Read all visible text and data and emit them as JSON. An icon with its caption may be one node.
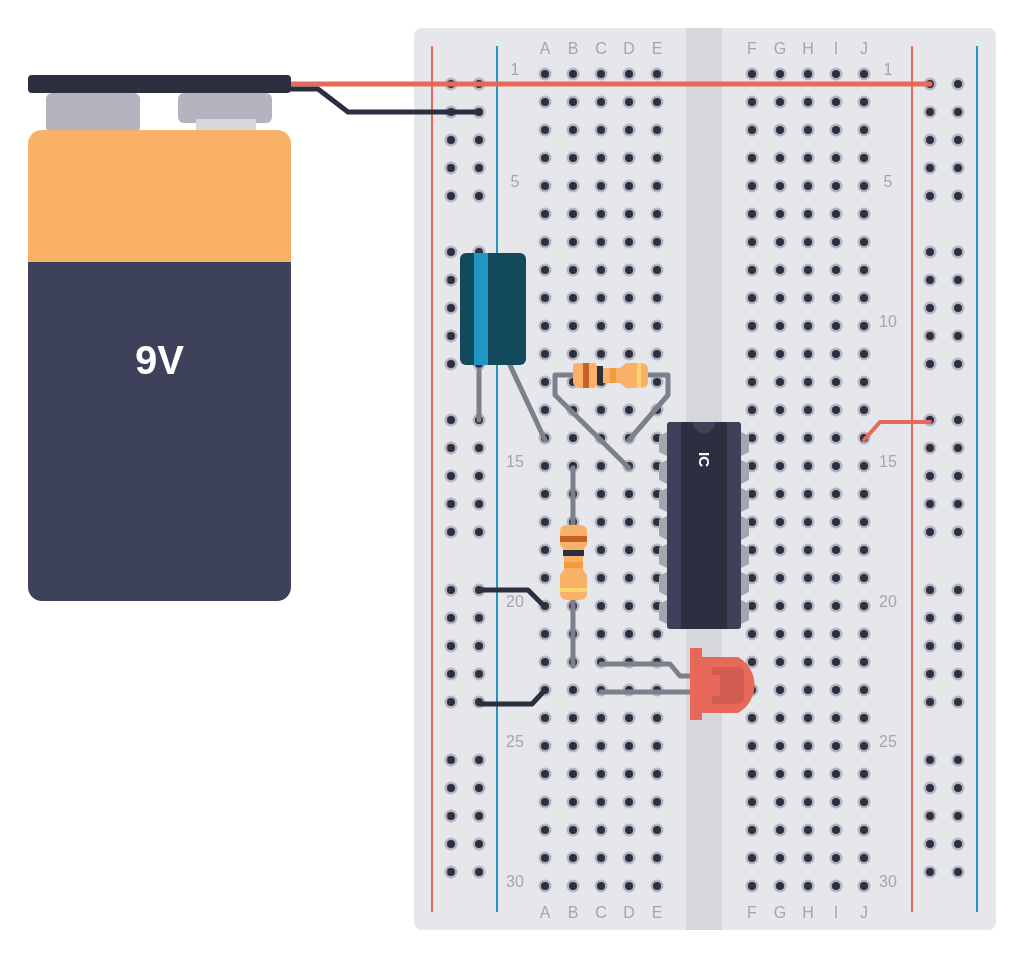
{
  "diagram": {
    "nodes": [
      {
        "text": [
          "9V"
        ]
      },
      {
        "text": [
          "IC"
        ]
      }
    ],
    "labels": [
      "A",
      "B",
      "C",
      "D",
      "E",
      "F",
      "G",
      "H",
      "I",
      "J",
      "1",
      "1",
      "5",
      "5",
      "10",
      "15",
      "15",
      "20",
      "20",
      "25",
      "25",
      "30",
      "30",
      "A",
      "B",
      "C",
      "D",
      "E",
      "F",
      "G",
      "H",
      "I",
      "J"
    ]
  }
}
